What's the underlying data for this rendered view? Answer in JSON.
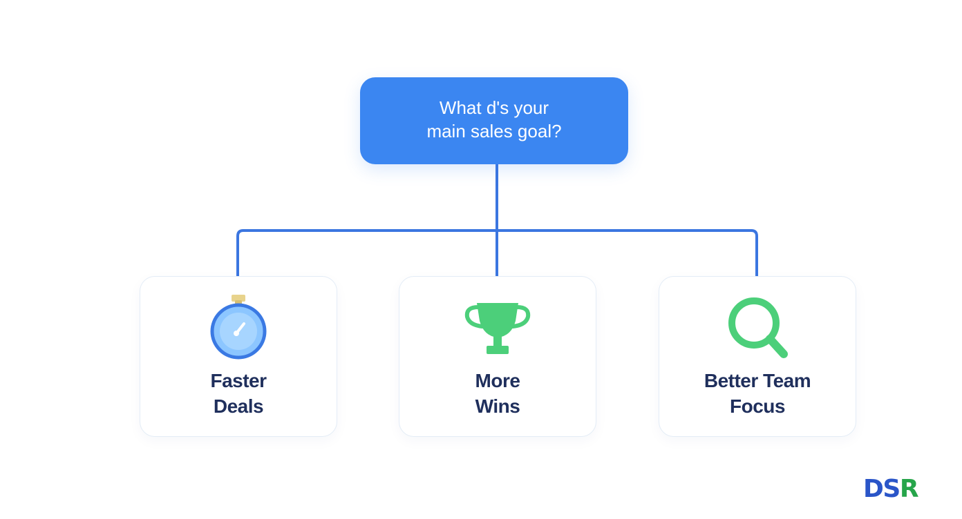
{
  "question": {
    "lines": [
      "What d's your",
      "main sales goal?"
    ]
  },
  "options": [
    {
      "icon": "stopwatch-icon",
      "label_lines": [
        "Faster",
        "Deals"
      ]
    },
    {
      "icon": "trophy-icon",
      "label_lines": [
        "More",
        "Wins"
      ]
    },
    {
      "icon": "magnifier-icon",
      "label_lines": [
        "Better Team",
        "Focus"
      ]
    }
  ],
  "logo": {
    "text": "DSR",
    "letters": [
      "D",
      "S",
      "R"
    ]
  },
  "colors": {
    "question_bg": "#3b86f1",
    "connector": "#3b76e0",
    "label": "#1f2f5c",
    "logo_blue": "#2a55c8",
    "logo_green": "#26a54a",
    "icon_green": "#4ccf7a",
    "icon_blue": "#8cc6ff"
  }
}
